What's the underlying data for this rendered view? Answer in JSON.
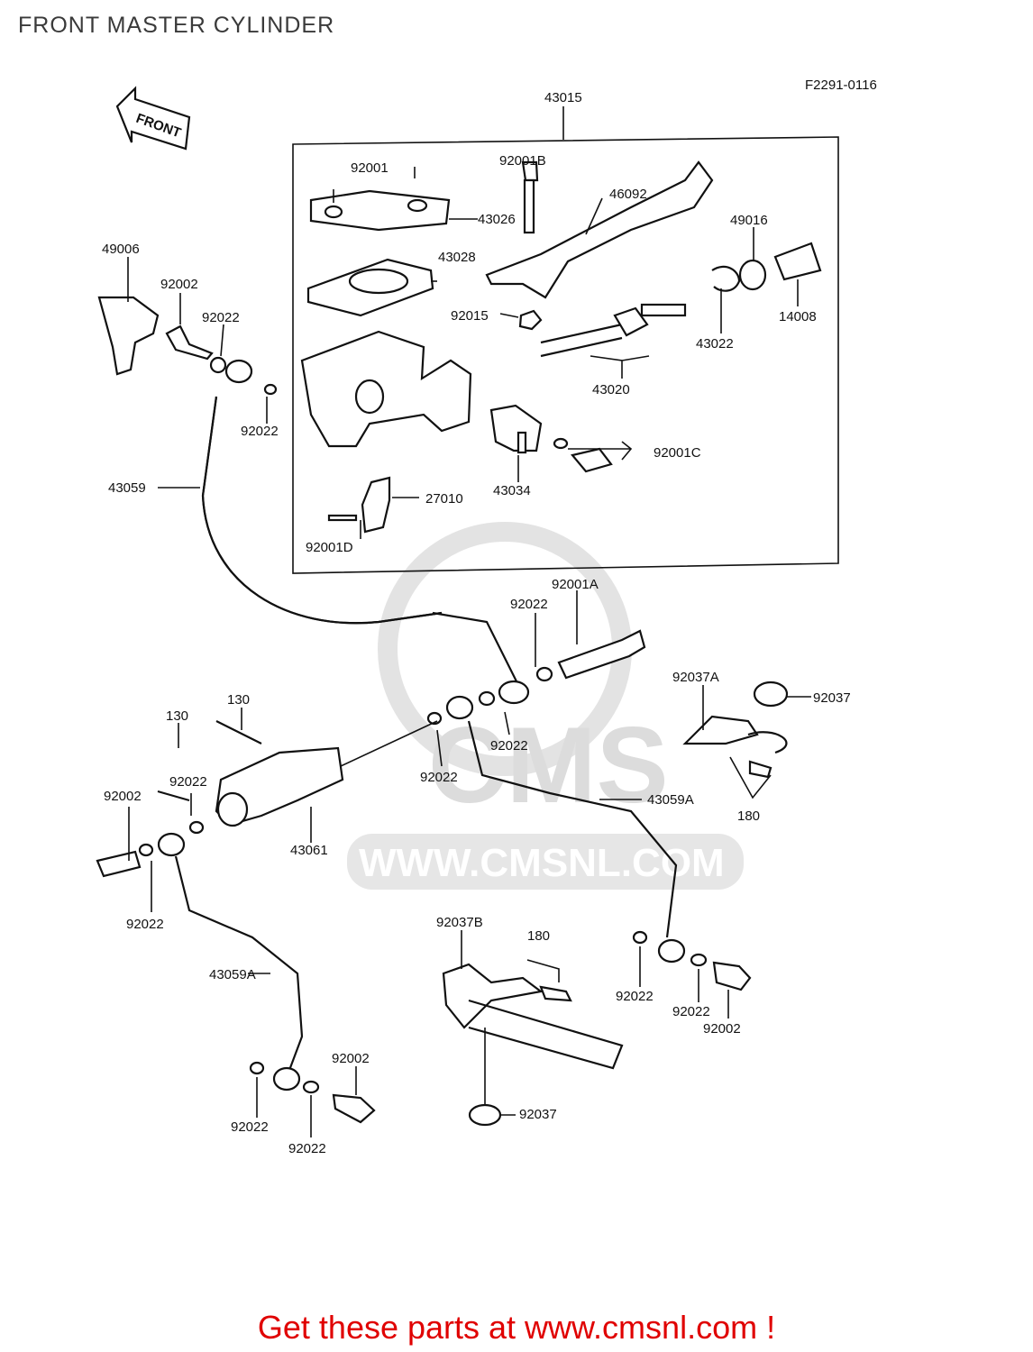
{
  "page": {
    "title": "FRONT MASTER CYLINDER",
    "figure_code": "F2291-0116",
    "direction_arrow_label": "FRONT",
    "footer_text": "Get these parts at www.cmsnl.com !",
    "watermark": {
      "logo": "CMS",
      "url": "WWW.CMSNL.COM"
    },
    "colors": {
      "footer": "#e00000",
      "ink": "#111111",
      "watermark": "#dcdcdc"
    }
  },
  "callouts": [
    "43015",
    "92001",
    "92001B",
    "46092",
    "43026",
    "49016",
    "43028",
    "49006",
    "92002",
    "92022",
    "92015",
    "14008",
    "43022",
    "92022",
    "43020",
    "92001C",
    "43059",
    "43034",
    "27010",
    "92001D",
    "92001A",
    "92022",
    "92037A",
    "92037",
    "130",
    "130",
    "92022",
    "92022",
    "92022",
    "92002",
    "43059A",
    "43061",
    "180",
    "92022",
    "92037B",
    "180",
    "43059A",
    "92022",
    "92022",
    "92002",
    "92002",
    "92022",
    "92022",
    "92037"
  ]
}
